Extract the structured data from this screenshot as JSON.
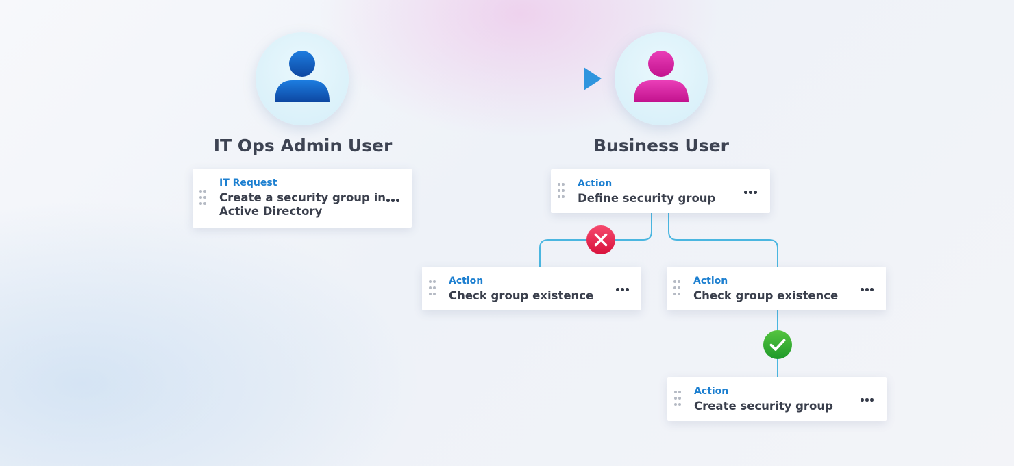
{
  "roles": {
    "it_ops": {
      "title": "IT Ops Admin User",
      "icon": "person-icon",
      "color": "#1565c0"
    },
    "business": {
      "title": "Business User",
      "icon": "person-icon",
      "color": "#d81b9f"
    }
  },
  "cards": {
    "it_request": {
      "type": "IT Request",
      "line1": "Create a security group in",
      "line2": "Active Directory"
    },
    "define": {
      "type": "Action",
      "text": "Define security group"
    },
    "check_left": {
      "type": "Action",
      "text": "Check group existence"
    },
    "check_right": {
      "type": "Action",
      "text": "Check group existence"
    },
    "create": {
      "type": "Action",
      "text": "Create security group"
    }
  },
  "status": {
    "reject": {
      "icon": "x-icon",
      "color": "#e8264f"
    },
    "approve": {
      "icon": "check-icon",
      "color": "#2eaa2e"
    }
  },
  "colors": {
    "connector": "#4ab6e0",
    "arrow": "#3a9ee0",
    "accent": "#1c7fd0"
  }
}
